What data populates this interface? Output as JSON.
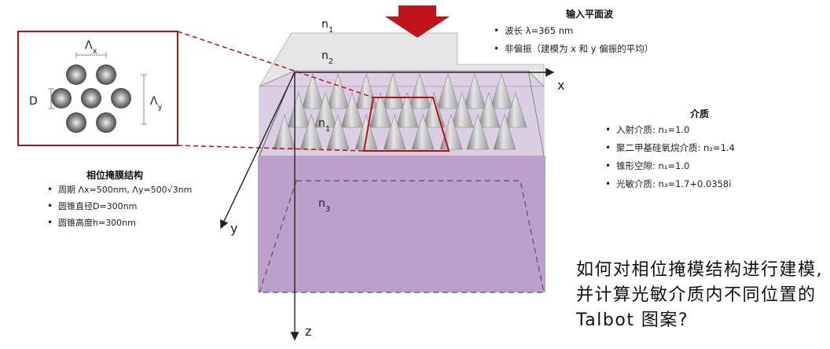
{
  "layers": {
    "n1_top": "n1",
    "n2": "n2",
    "n1_cones": "n1",
    "n3": "n3"
  },
  "axes": {
    "x": "x",
    "y": "y",
    "z": "z"
  },
  "inset": {
    "lambda_x": "Λx",
    "lambda_y": "Λy",
    "D": "D"
  },
  "input_wave": {
    "title": "输入平面波",
    "items": [
      "波长 λ=365 nm",
      "非偏振（建模为 x 和 y 偏振的平均）"
    ]
  },
  "medium": {
    "title": "介质",
    "items": [
      "入射介质: n₁=1.0",
      "聚二甲基硅氧烷介质: n₂=1.4",
      "锥形空隙: n₁=1.0",
      "光敏介质: n₃=1.7+0.0358i"
    ]
  },
  "mask": {
    "title": "相位掩膜结构",
    "items": [
      "周期 Λx=500nm, Λy=500√3nm",
      "圆锥直径D=300nm",
      "圆锥高度h=300nm"
    ]
  },
  "question": "如何对相位掩模结构进行建模, 并计算光敏介质内不同位置的 Talbot 图案?",
  "colors": {
    "arrow": "#c0141c",
    "inset_border": "#b5121b",
    "medium": "#bba0cc",
    "cone": "#c8c8c8"
  }
}
